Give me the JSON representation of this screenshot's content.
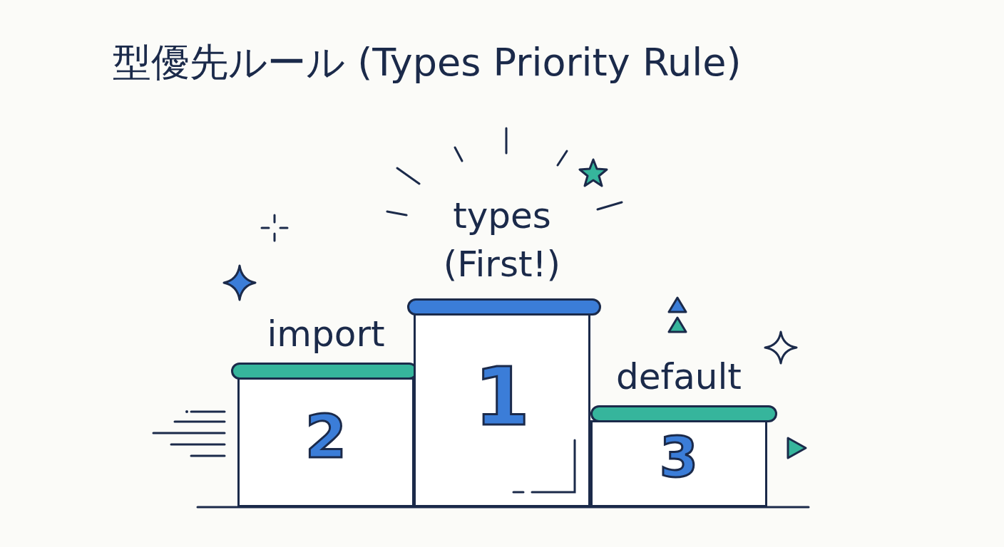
{
  "diagram": {
    "title": "型優先ルール (Types Priority Rule)",
    "nodes": [
      {
        "text": [
          "import",
          "2"
        ]
      },
      {
        "text": [
          "types (First!)",
          "1"
        ]
      },
      {
        "text": [
          "default",
          "3"
        ]
      }
    ]
  }
}
